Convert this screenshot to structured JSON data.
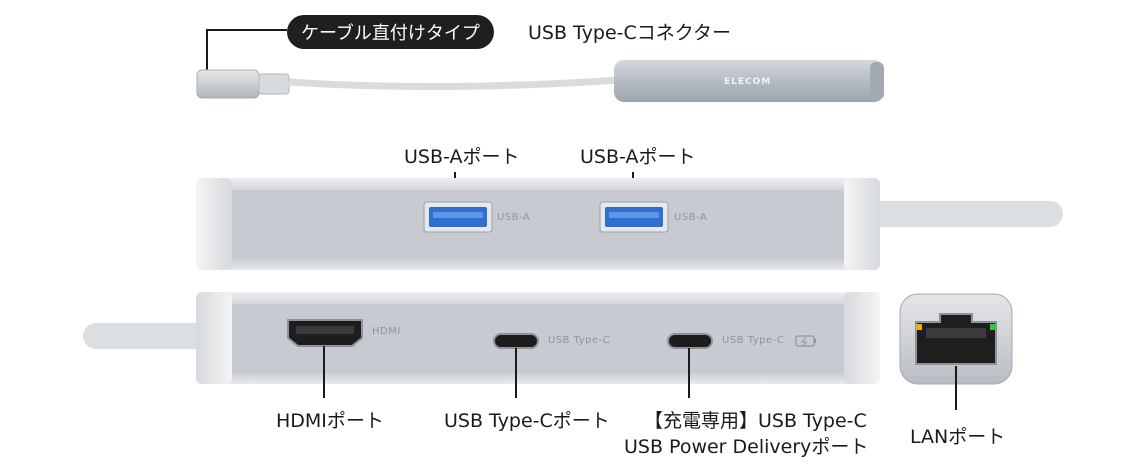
{
  "top": {
    "pill_label": "ケーブル直付けタイプ",
    "connector_label": "USB Type-Cコネクター",
    "brand": "ELECOM"
  },
  "callouts": {
    "usb_a_1": "USB-Aポート",
    "usb_a_2": "USB-Aポート",
    "hdmi": "HDMIポート",
    "usb_c": "USB Type-Cポート",
    "pd_line1": "【充電専用】USB Type-C",
    "pd_line2": "USB Power Deliveryポート",
    "lan": "LANポート"
  },
  "engravings": {
    "usb_a_1": "USB-A",
    "usb_a_2": "USB-A",
    "hdmi": "HDMI",
    "usb_c": "USB Type-C",
    "usb_c_pd": "USB Type-C"
  },
  "colors": {
    "usb_a_port": "#2f6fd0",
    "lan_led_left": "#e8b400",
    "lan_led_right": "#3ac23a"
  },
  "icons": {
    "pd": "power-delivery-icon"
  }
}
